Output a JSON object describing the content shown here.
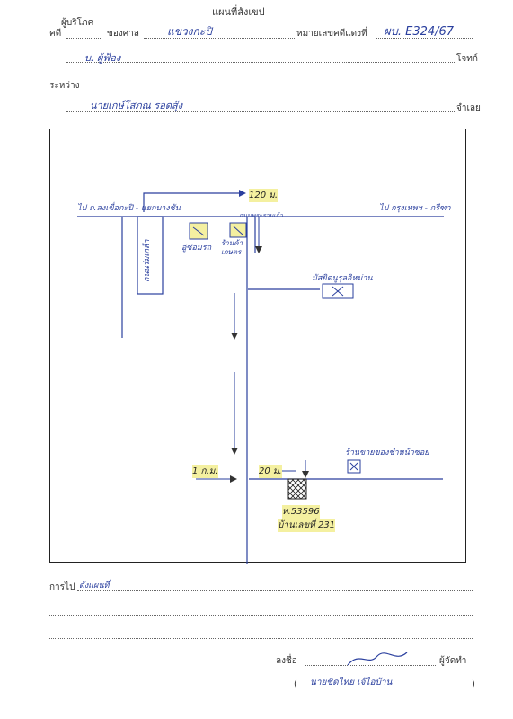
{
  "header": {
    "title": "แผนที่สังเขป",
    "plaintiff_label": "ผู้บริโภค",
    "case_label": "คดี",
    "court_label": "ของศาล",
    "court_value": "แขวงกะปิ",
    "case_no_label": "หมายเลขคดีแดงที่",
    "case_no_value": "ผบ. E324/67",
    "plaintiff_name": "บ. ผู้ฟ้อง",
    "plaintiff_role": "โจทก์",
    "between_label": "ระหว่าง",
    "defendant_name": "นายเกษ์โสภณ  รอดสุ้ง",
    "defendant_role": "จำเลย"
  },
  "map": {
    "road_left_label": "ไป ถ.ลงเขื่อกะปิ - แยกบางชัน",
    "road_right_label": "ไป กรุงเทพฯ - กรีฑา",
    "main_road_label": "ถนนพระรามเก้า",
    "distance_top": "120 ม.",
    "shop_a": "อู่ซ่อมรถ",
    "shop_b": "ร้านค้า เกษตร",
    "vertical_road_label": "ถนนร่มเกล้า",
    "mosque_label": "มัสยิดนูรุลอิหม่าน",
    "distance_bottom_left": "1 ก.ม.",
    "distance_bottom_mid": "20 ม.",
    "shop_c": "ร้านขายของชำหน้าซอย",
    "house_no": "ท.53596",
    "house_detail": "บ้านเลขที่ 231"
  },
  "footer": {
    "directions_label": "การไป",
    "directions_value": "ดังแผนที่",
    "sign_label": "ลงชื่อ",
    "sign_role": "ผู้จัดทำ",
    "sign_name": "นายชิดไทย   เจ๊ไอบ้าน",
    "paren_open": "(",
    "paren_close": ")"
  }
}
